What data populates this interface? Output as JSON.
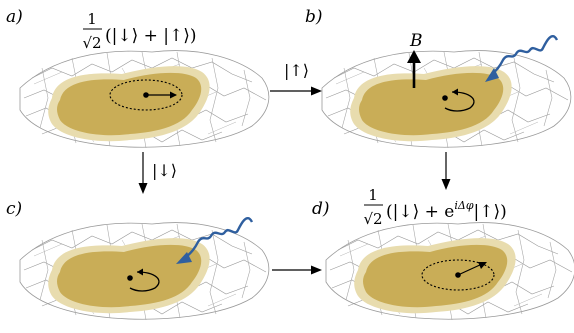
{
  "colors": {
    "fill": "#c9ad57",
    "halo": "#e8dcae",
    "mesh": "#8c8c8c",
    "wave": "#2f5f9f",
    "ink": "#000000"
  },
  "panels": {
    "a": {
      "label": "a)",
      "frac_num": "1",
      "frac_den": "√2",
      "expr": "(|↓⟩ + |↑⟩)"
    },
    "b": {
      "label": "b)",
      "field": "B"
    },
    "c": {
      "label": "c)"
    },
    "d": {
      "label": "d)",
      "frac_num": "1",
      "frac_den": "√2",
      "expr_pre": "(|↓⟩ + e",
      "expr_sup": "iΔφ",
      "expr_post": "|↑⟩)"
    }
  },
  "transitions": {
    "ab": "|↑⟩",
    "ac": "|↓⟩"
  },
  "icons": [
    "wavy-photon-icon",
    "arrow-icon",
    "dotted-orbit-icon"
  ]
}
